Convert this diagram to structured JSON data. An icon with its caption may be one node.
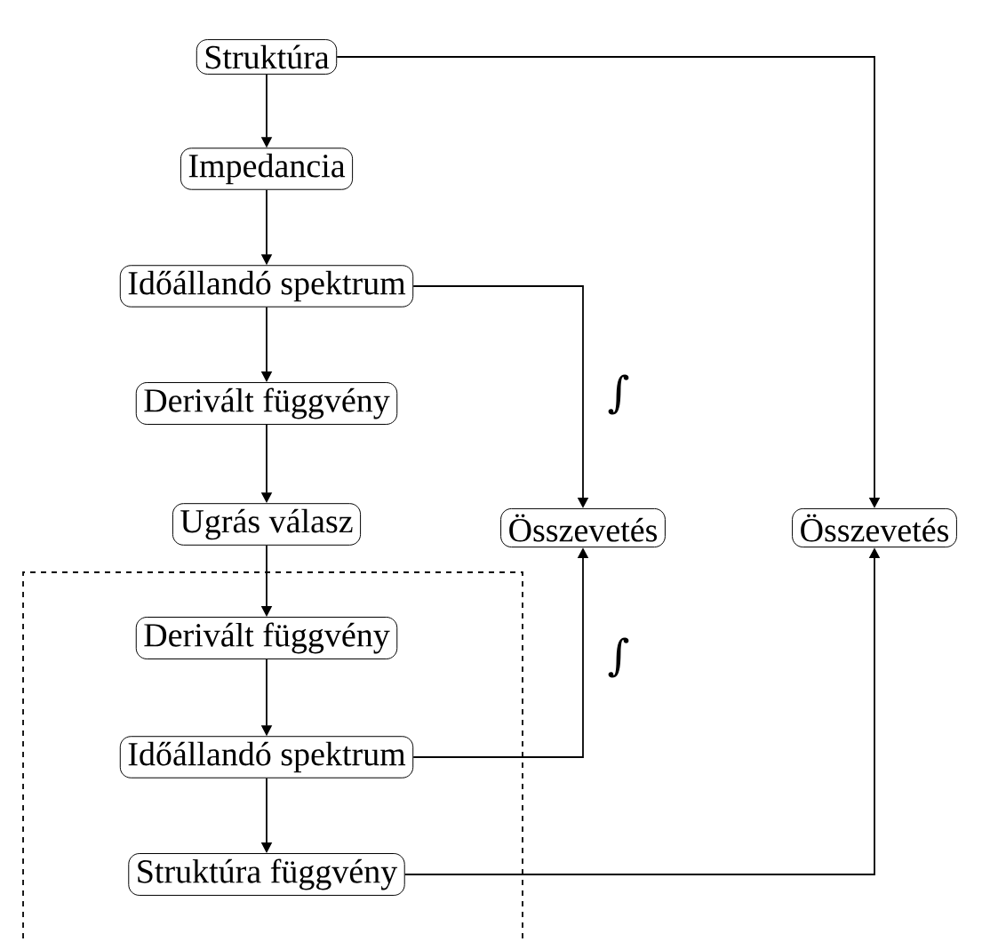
{
  "diagram": {
    "nodes": [
      {
        "text": [
          "Struktúra"
        ]
      },
      {
        "text": [
          "Impedancia"
        ]
      },
      {
        "text": [
          "Időállandó spektrum"
        ]
      },
      {
        "text": [
          "Derivált függvény"
        ]
      },
      {
        "text": [
          "Ugrás válasz"
        ]
      },
      {
        "text": [
          "Összevetés"
        ]
      },
      {
        "text": [
          "Összevetés"
        ]
      },
      {
        "text": [],
        "shape": "box"
      },
      {
        "text": [
          "Derivált függvény"
        ],
        "in": 7
      },
      {
        "text": [
          "Időállandó spektrum"
        ],
        "in": 7
      },
      {
        "text": [
          "Struktúra függvény"
        ],
        "in": 7
      }
    ],
    "edges": [
      {
        "from": 0,
        "to": 1,
        "arrow": "to"
      },
      {
        "from": 1,
        "to": 2,
        "arrow": "to"
      },
      {
        "from": 2,
        "to": 3,
        "arrow": "to"
      },
      {
        "from": 3,
        "to": 4,
        "arrow": "to"
      },
      {
        "from": 4,
        "to": 8,
        "arrow": "to"
      },
      {
        "from": 8,
        "to": 9,
        "arrow": "to"
      },
      {
        "from": 9,
        "to": 10,
        "arrow": "to"
      },
      {
        "from": 0,
        "to": 6,
        "arrow": "to"
      },
      {
        "from": 2,
        "to": 5,
        "arrow": "to",
        "label": "∫"
      },
      {
        "from": 9,
        "to": 5,
        "arrow": "to",
        "label": "∫"
      },
      {
        "from": 10,
        "to": 6,
        "arrow": "to"
      }
    ]
  }
}
